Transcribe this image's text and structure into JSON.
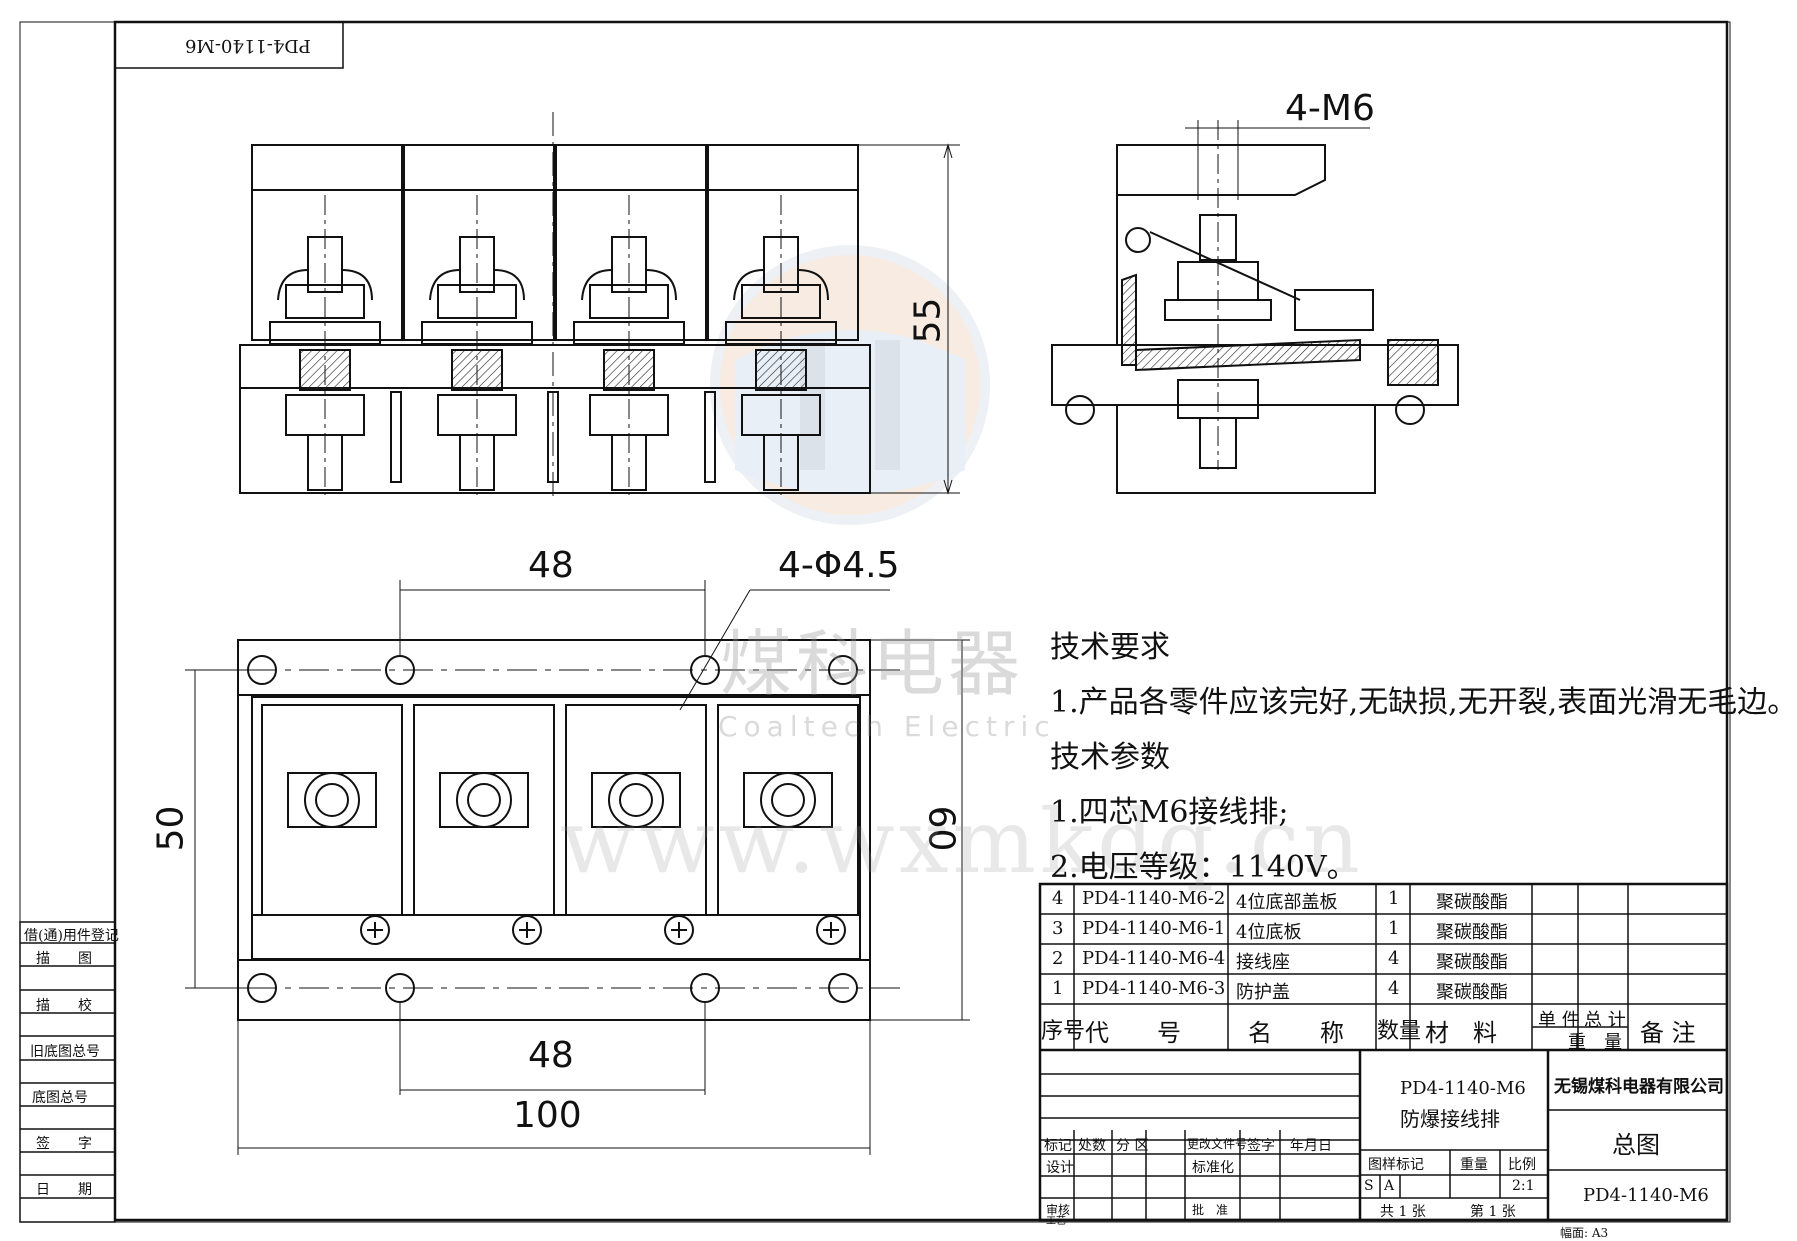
{
  "stamp": "PD4-1140-M6",
  "dimensions": {
    "thread": "4-M6",
    "height_55": "55",
    "spacing_top": "48",
    "holes": "4-Φ4.5",
    "height_50": "50",
    "height_60": "60",
    "spacing_bottom": "48",
    "width_100": "100"
  },
  "watermark": {
    "cn": "煤科电器",
    "en": "Coaltech Electric",
    "url": "www.wxmkdq.cn"
  },
  "tech": {
    "req_title": "技术要求",
    "req_1": "1.产品各零件应该完好,无缺损,无开裂,表面光滑无毛边。",
    "param_title": "技术参数",
    "param_1": "1.四芯M6接线排;",
    "param_2": "2.电压等级：1140V。"
  },
  "left_column": [
    "借(通)用件登记",
    "描　　图",
    "描　　校",
    "旧底图总号",
    "底图总号",
    "签　　字",
    "日　　期"
  ],
  "parts": [
    {
      "no": "4",
      "code": "PD4-1140-M6-2",
      "name": "4位底部盖板",
      "qty": "1",
      "material": "聚碳酸酯"
    },
    {
      "no": "3",
      "code": "PD4-1140-M6-1",
      "name": "4位底板",
      "qty": "1",
      "material": "聚碳酸酯"
    },
    {
      "no": "2",
      "code": "PD4-1140-M6-4",
      "name": "接线座",
      "qty": "4",
      "material": "聚碳酸酯"
    },
    {
      "no": "1",
      "code": "PD4-1140-M6-3",
      "name": "防护盖",
      "qty": "4",
      "material": "聚碳酸酯"
    }
  ],
  "bom_header": {
    "no": "序号",
    "code": "代　　号",
    "name": "名　　称",
    "qty": "数量",
    "material": "材　料",
    "unit_weight": "单 件",
    "total_weight": "总 计",
    "weight": "重　量",
    "note": "备 注"
  },
  "title_block": {
    "model": "PD4-1140-M6",
    "product": "防爆接线排",
    "company": "无锡煤科电器有限公司",
    "drawing_type": "总图",
    "drawing_no": "PD4-1140-M6",
    "rev_headers": [
      "标记",
      "处数",
      "分 区",
      "更改文件号",
      "签字",
      "年月日"
    ],
    "design": "设计",
    "standard": "标准化",
    "review": "审核",
    "process": "工艺",
    "approve": "批　准",
    "stage_headers": [
      "图样标记",
      "重量",
      "比例"
    ],
    "stage_s": "S",
    "stage_a": "A",
    "scale": "2:1",
    "sheets_total": "共 1 张",
    "sheet_no": "第 1 张",
    "format": "幅面: A3"
  }
}
